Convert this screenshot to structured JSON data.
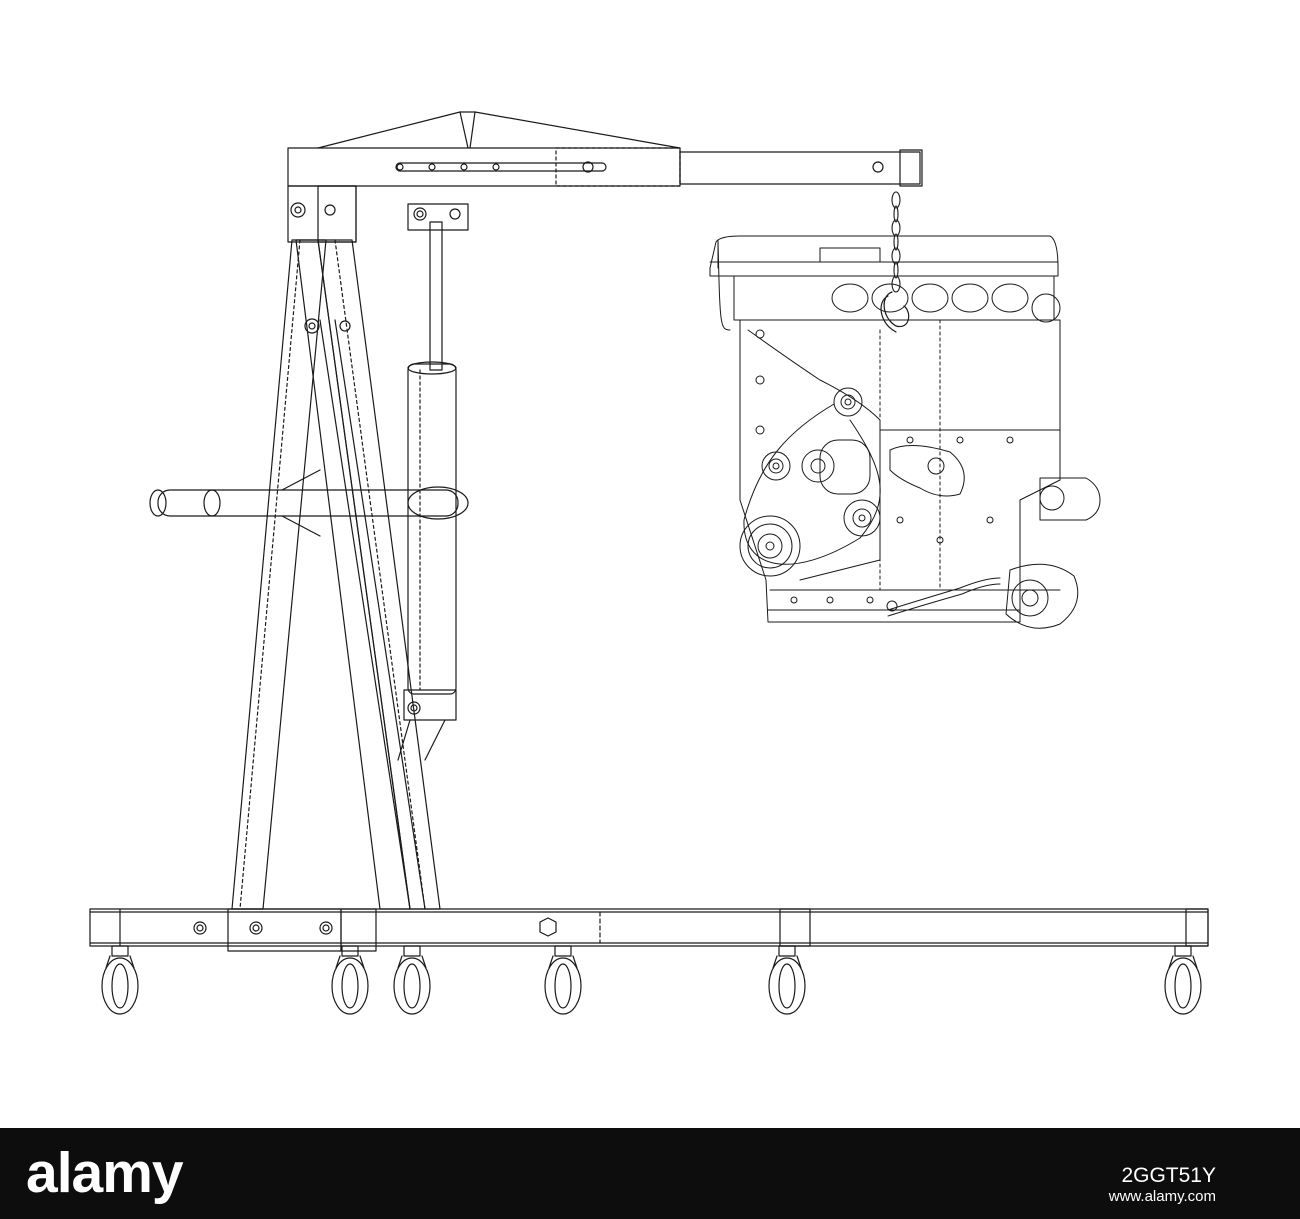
{
  "footer": {
    "brand": "alamy",
    "image_id": "",
    "image_id_value": "2GGT51Y",
    "url": "www.alamy.com"
  },
  "drawing": {
    "subject": "engine-hoist",
    "stroke_color": "#1a1a1a",
    "background": "#ffffff"
  }
}
